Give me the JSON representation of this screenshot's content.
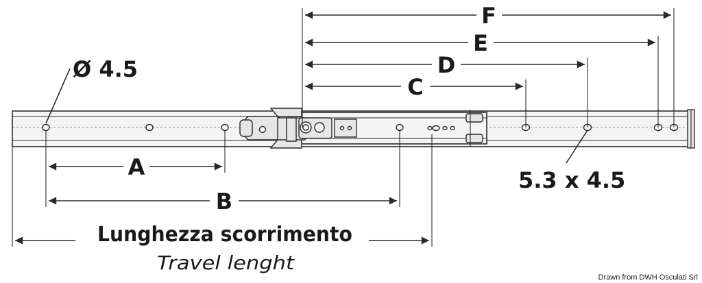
{
  "dimensions": {
    "F": "F",
    "E": "E",
    "D": "D",
    "C": "C",
    "A": "A",
    "B": "B"
  },
  "hole_diameter": "Ø 4.5",
  "slot_size": "5.3 x 4.5",
  "travel_label_it": "Lunghezza scorrimento",
  "travel_label_en": "Travel lenght",
  "credit": "Drawn from DWH Osculati Srl"
}
